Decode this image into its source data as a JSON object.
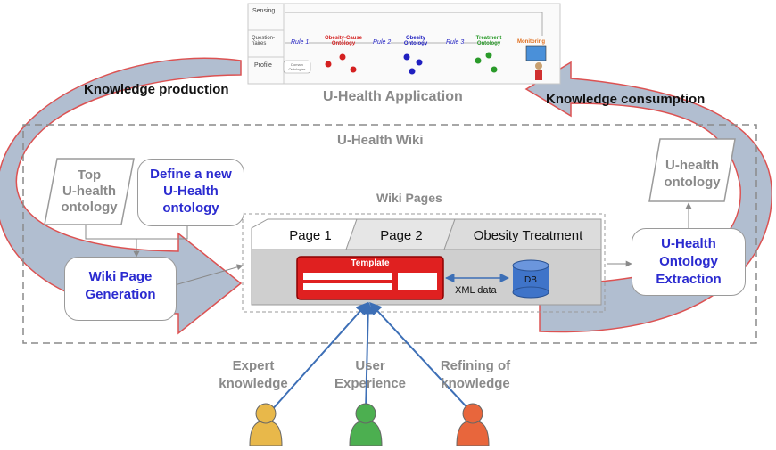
{
  "app": {
    "title": "U-Health Application",
    "rows": [
      "Sensing",
      "Question-naires",
      "Profile"
    ],
    "rules": [
      "Rule 1",
      "Rule 2",
      "Rule 3"
    ],
    "ontologies": [
      "Obesity-Cause Ontology",
      "Obesity Ontology",
      "Treatment Ontology"
    ],
    "monitoring": "Monitoring",
    "domain_box": "Domain Ontologies"
  },
  "arrows": {
    "production": "Knowledge production",
    "consumption": "Knowledge consumption"
  },
  "wiki": {
    "title": "U-Health Wiki",
    "top_ontology": [
      "Top",
      "U-health",
      "ontology"
    ],
    "define_new": [
      "Define a new",
      "U-Health",
      "ontology"
    ],
    "wiki_page_generation": [
      "Wiki Page",
      "Generation"
    ],
    "wiki_pages_title": "Wiki Pages",
    "tabs": [
      "Page 1",
      "Page 2",
      "Obesity Treatment"
    ],
    "template": "Template",
    "xml_data": "XML data",
    "db": "DB",
    "uhealth_ontology": [
      "U-health",
      "ontology"
    ],
    "extraction": [
      "U-Health",
      "Ontology",
      "Extraction"
    ]
  },
  "users": [
    {
      "label": [
        "Expert",
        "knowledge"
      ],
      "color": "#e8b84a"
    },
    {
      "label": [
        "User",
        "Experience"
      ],
      "color": "#4caf50"
    },
    {
      "label": [
        "Refining of",
        "knowledge"
      ],
      "color": "#e8663c"
    }
  ],
  "colors": {
    "arrow_fill": "#a9b8cc",
    "arrow_stroke": "#d94040",
    "template_red": "#e02020",
    "db_blue": "#3f74c9",
    "text_blue": "#2b2bd0"
  }
}
